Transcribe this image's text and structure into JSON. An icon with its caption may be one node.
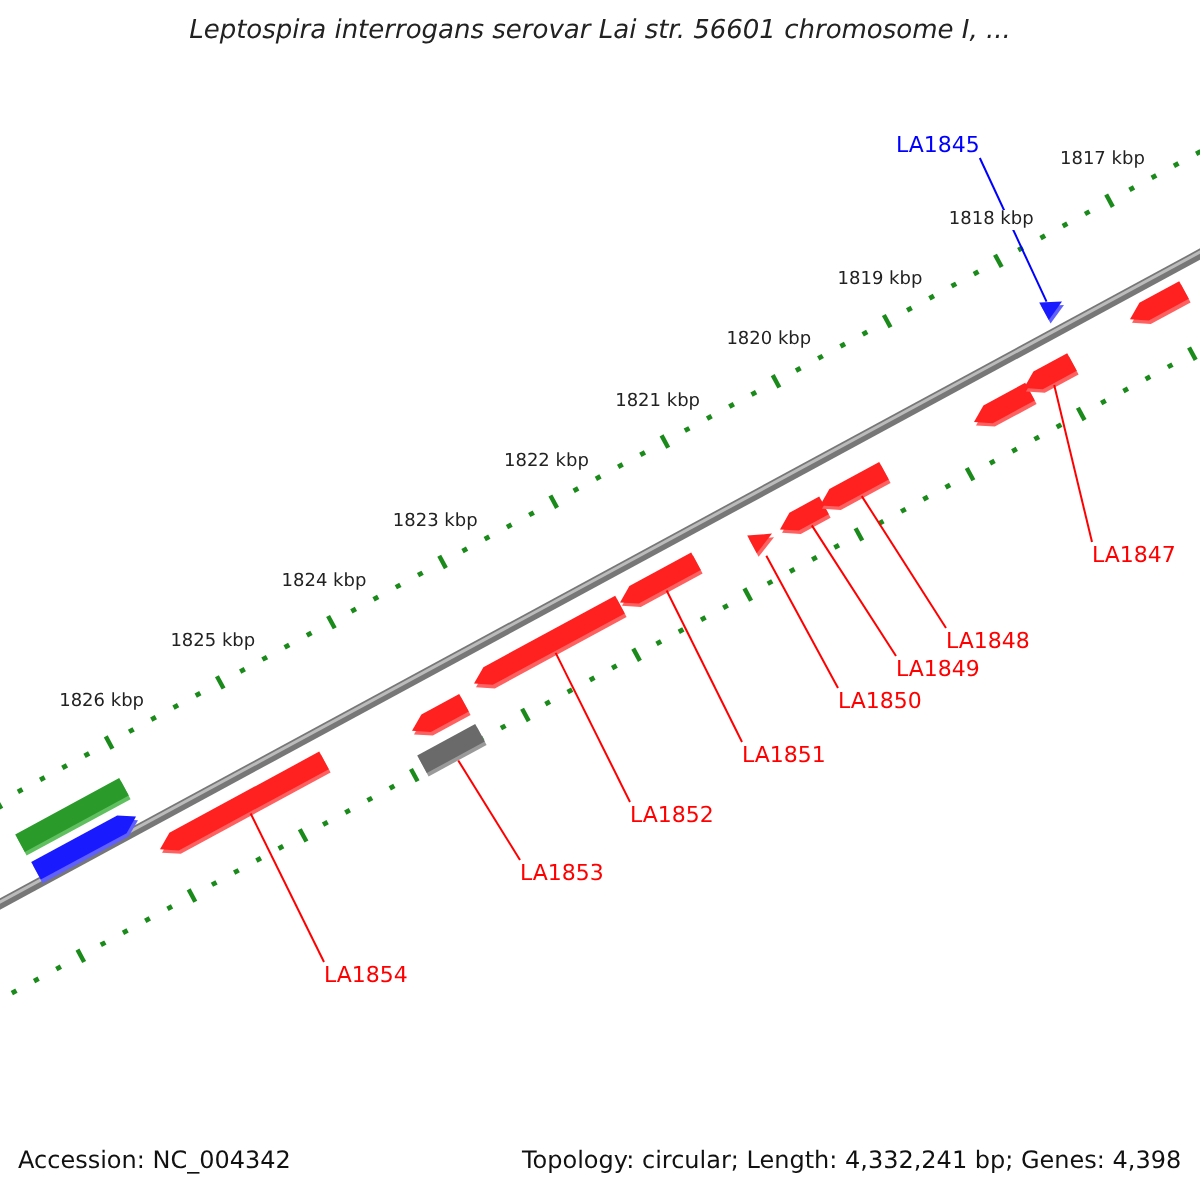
{
  "diagram": {
    "title": "Leptospira interrogans serovar Lai str. 56601 chromosome I, ...",
    "nodes": [
      {
        "text": [
          "LA1845"
        ]
      },
      {
        "text": [
          "LA1847"
        ]
      },
      {
        "text": [
          "LA1848"
        ]
      },
      {
        "text": [
          "LA1849"
        ]
      },
      {
        "text": [
          "LA1850"
        ]
      },
      {
        "text": [
          "LA1851"
        ]
      },
      {
        "text": [
          "LA1852"
        ]
      },
      {
        "text": [
          "LA1853"
        ]
      },
      {
        "text": [
          "LA1854"
        ]
      },
      {
        "text": [],
        "shape": "bar"
      },
      {
        "text": [],
        "shape": "bar"
      },
      {
        "text": [],
        "shape": "bar"
      },
      {
        "text": [],
        "shape": "bar"
      },
      {
        "text": [],
        "shape": "bar"
      },
      {
        "text": [],
        "shape": "bar"
      },
      {
        "text": [],
        "shape": "bar"
      },
      {
        "text": [],
        "shape": "bar"
      },
      {
        "text": [],
        "shape": "bar"
      },
      {
        "text": [],
        "shape": "bar"
      },
      {
        "text": [],
        "shape": "bar"
      },
      {
        "text": [],
        "shape": "bar"
      },
      {
        "text": [],
        "shape": "bar"
      },
      {
        "text": [],
        "shape": "bar"
      }
    ],
    "edges": [
      {
        "from": 0,
        "to": 21,
        "arrow": "none",
        "color": "#0000ff"
      },
      {
        "from": 1,
        "to": 20,
        "arrow": "none"
      },
      {
        "from": 2,
        "to": 18,
        "arrow": "none"
      },
      {
        "from": 3,
        "to": 17,
        "arrow": "none"
      },
      {
        "from": 4,
        "to": 16,
        "arrow": "none"
      },
      {
        "from": 5,
        "to": 15,
        "arrow": "none"
      },
      {
        "from": 6,
        "to": 14,
        "arrow": "none"
      },
      {
        "from": 7,
        "to": 13,
        "arrow": "none"
      },
      {
        "from": 8,
        "to": 11,
        "arrow": "none"
      }
    ],
    "labels": [
      "1817 kbp",
      "1818 kbp",
      "1819 kbp",
      "1820 kbp",
      "1821 kbp",
      "1822 kbp",
      "1823 kbp",
      "1824 kbp",
      "1825 kbp",
      "1826 kbp",
      "Accession: NC_004342",
      "Topology: circular; Length: 4,332,241 bp; Genes: 4,398"
    ]
  }
}
